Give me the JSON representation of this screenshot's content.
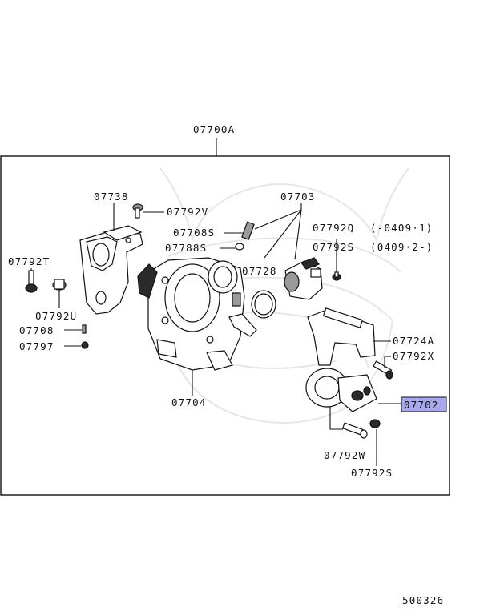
{
  "diagram": {
    "assembly_label": "07700A",
    "drawing_number": "500326",
    "highlighted_part": "07702",
    "highlight_color": "#a8a8ee",
    "callouts": {
      "c07738": "07738",
      "c07792V": "07792V",
      "c07703": "07703",
      "c07708S": "07708S",
      "c07788S": "07788S",
      "c07792Q": "07792Q",
      "c07792Q_note": "(-0409·1)",
      "c07792S_top": "07792S",
      "c07792S_top_note": "(0409·2-)",
      "c07792T": "07792T",
      "c07728": "07728",
      "c07792U": "07792U",
      "c07708": "07708",
      "c07797": "07797",
      "c07724A": "07724A",
      "c07792X": "07792X",
      "c07704": "07704",
      "c07702": "07702",
      "c07792W": "07792W",
      "c07792S_bottom": "07792S"
    }
  }
}
